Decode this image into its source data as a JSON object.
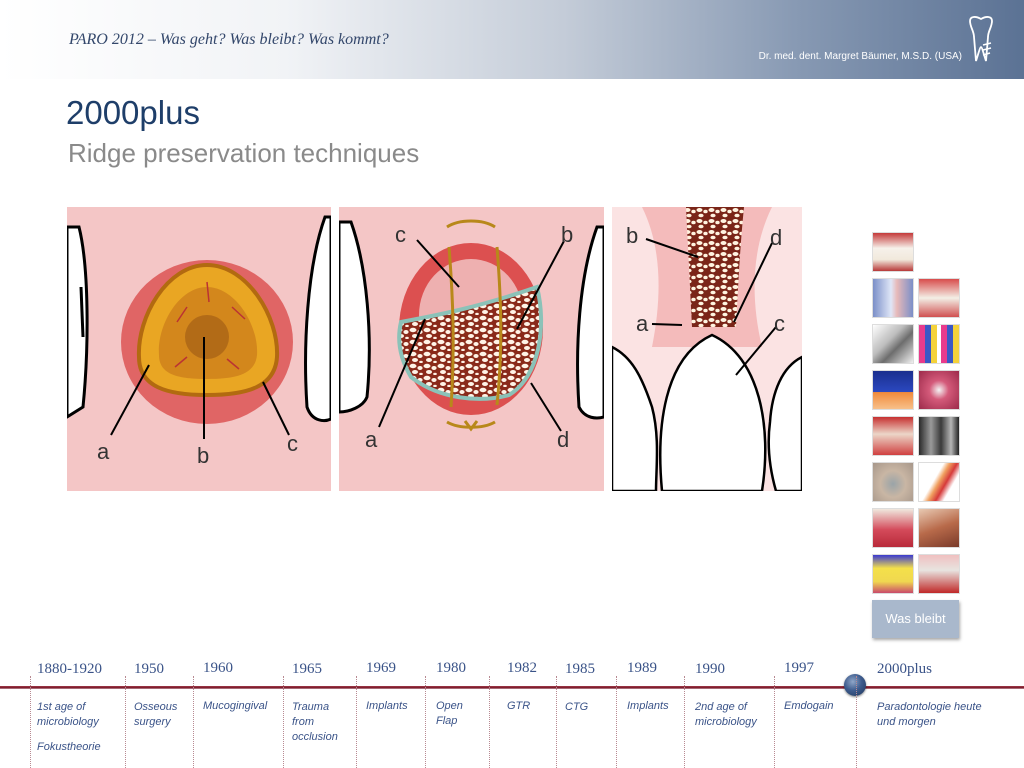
{
  "header": {
    "conference_title": "PARO 2012 – Was geht? Was bleibt? Was kommt?",
    "author": "Dr. med. dent. Margret Bäumer, M.S.D. (USA)"
  },
  "slide": {
    "title": "2000plus",
    "subtitle": "Ridge preservation techniques"
  },
  "figure_labels": {
    "panel1": [
      "a",
      "b",
      "c"
    ],
    "panel2": [
      "a",
      "b",
      "c",
      "d"
    ],
    "panel3": [
      "a",
      "b",
      "c",
      "d"
    ]
  },
  "side_button": "Was bleibt",
  "timeline": [
    {
      "year": "1880-1920",
      "label": "1st age of microbiology",
      "extra": "Fokustheorie"
    },
    {
      "year": "1950",
      "label": "Osseous surgery"
    },
    {
      "year": "1960",
      "label": "Mucogingival"
    },
    {
      "year": "1965",
      "label": "Trauma from occlusion"
    },
    {
      "year": "1969",
      "label": "Implants"
    },
    {
      "year": "1980",
      "label": "Open Flap"
    },
    {
      "year": "1982",
      "label": "GTR"
    },
    {
      "year": "1985",
      "label": "CTG"
    },
    {
      "year": "1989",
      "label": "Implants"
    },
    {
      "year": "1990",
      "label": "2nd age of microbiology"
    },
    {
      "year": "1997",
      "label": "Emdogain"
    },
    {
      "year": "2000plus",
      "label": "Paradontologie heute und morgen"
    }
  ],
  "colors": {
    "title_blue": "#1e3e69",
    "timeline_red": "#7a1a2a",
    "gum_pink": "#f4c9c9"
  }
}
